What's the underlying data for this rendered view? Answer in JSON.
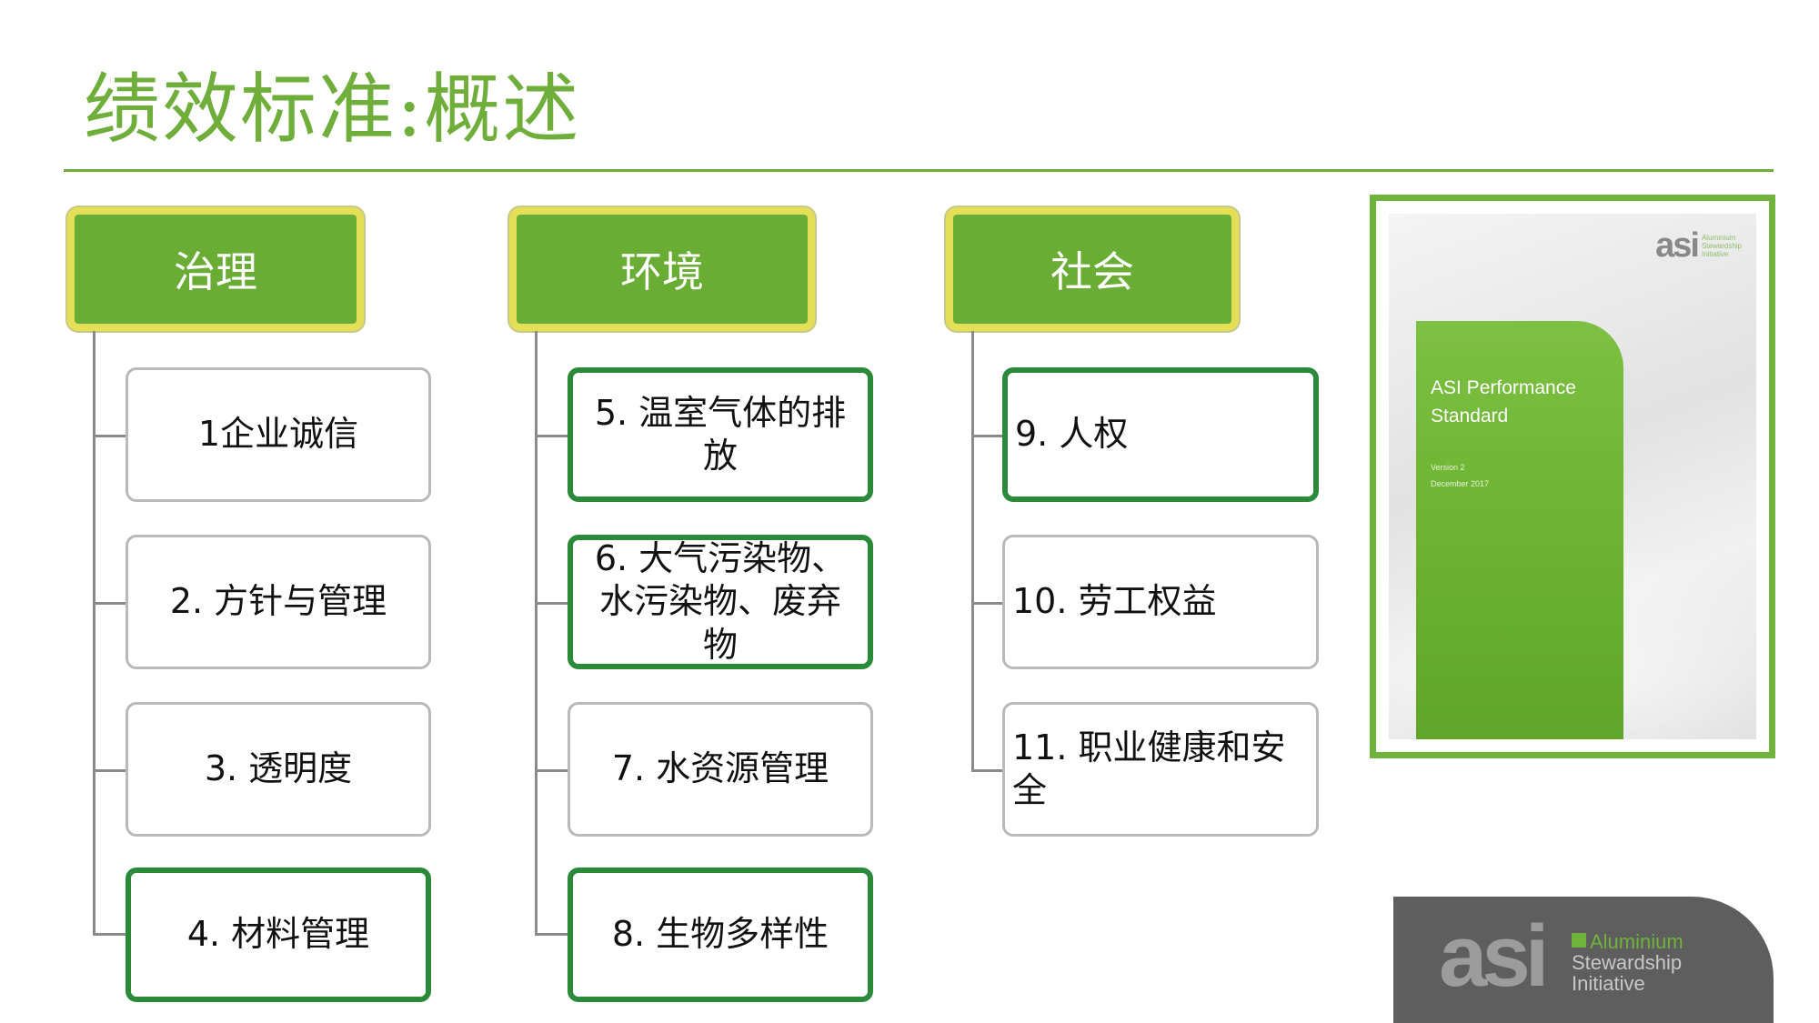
{
  "title": "绩效标准:概述",
  "columns": [
    {
      "header": "治理",
      "items": [
        {
          "label": "1企业诚信",
          "style": "grey"
        },
        {
          "label": "2. 方针与管理",
          "style": "grey"
        },
        {
          "label": "3. 透明度",
          "style": "grey"
        },
        {
          "label": "4. 材料管理",
          "style": "green"
        }
      ]
    },
    {
      "header": "环境",
      "items": [
        {
          "label": "5. 温室气体的排放",
          "style": "green"
        },
        {
          "label": "6. 大气污染物、水污染物、废弃物",
          "style": "green"
        },
        {
          "label": "7. 水资源管理",
          "style": "grey"
        },
        {
          "label": "8. 生物多样性",
          "style": "green"
        }
      ]
    },
    {
      "header": "社会",
      "items": [
        {
          "label": "9. 人权",
          "style": "green"
        },
        {
          "label": "10. 劳工权益",
          "style": "grey"
        },
        {
          "label": "11. 职业健康和安全",
          "style": "grey"
        }
      ]
    }
  ],
  "cover": {
    "title": "ASI Performance\nStandard",
    "version": "Version 2",
    "date": "December 2017",
    "logo_mark": "asi",
    "logo_text": "Aluminium\nStewardship\nInitiative"
  },
  "logo": {
    "mark": "asi",
    "line1": "Aluminium",
    "line2": "Stewardship",
    "line3": "Initiative"
  },
  "colors": {
    "accent_green": "#6fae3b",
    "header_fill": "#69ad35",
    "header_border": "#e5df57",
    "box_green_border": "#2a8a3a",
    "box_grey_border": "#b9b9b9"
  }
}
